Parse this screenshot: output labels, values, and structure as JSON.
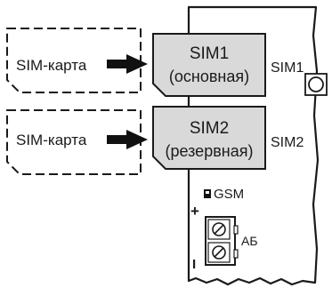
{
  "cards": [
    {
      "left_label": "SIM-карта",
      "slot_line1": "SIM1",
      "slot_line2": "(основная)",
      "board_label": "SIM1"
    },
    {
      "left_label": "SIM-карта",
      "slot_line1": "SIM2",
      "slot_line2": "(резервная)",
      "board_label": "SIM2"
    }
  ],
  "gsm_label": "GSM",
  "battery": {
    "plus": "+",
    "minus": "I",
    "label": "АБ"
  }
}
